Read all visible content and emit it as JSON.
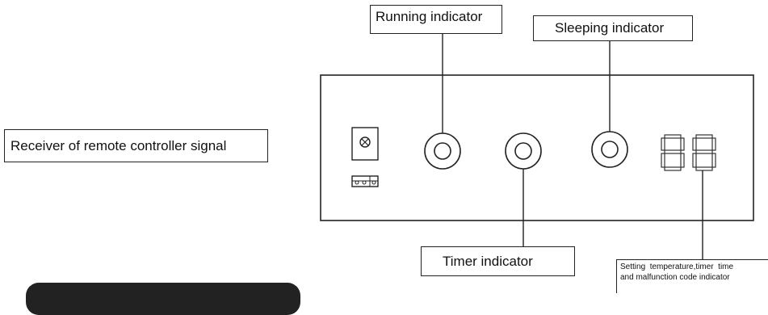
{
  "labels": {
    "running": "Running indicator",
    "sleeping": "Sleeping indicator",
    "receiver": "Receiver of remote controller signal",
    "timer": "Timer indicator",
    "setting_line1": "Setting  temperature,timer  time",
    "setting_line2": "and malfunction code indicator"
  },
  "icons": {
    "receiver_window": "circled-x-icon",
    "indicators": "concentric-circle-icon",
    "display": "seven-segment-display"
  },
  "display_digits": "88"
}
